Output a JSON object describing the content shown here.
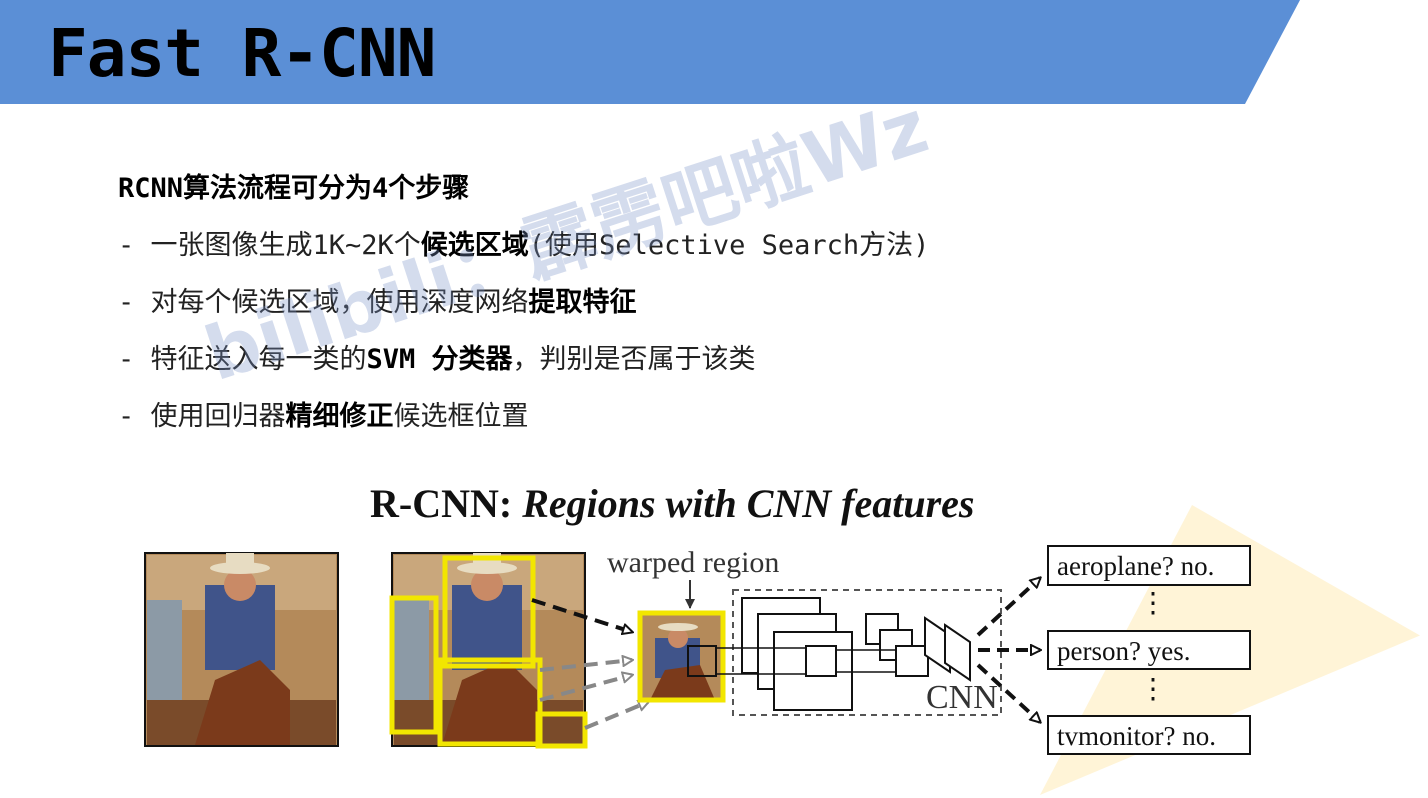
{
  "header": {
    "title": "Fast R-CNN"
  },
  "bullets": {
    "intro": "RCNN算法流程可分为4个步骤",
    "step1": {
      "a": "- 一张图像生成1K~2K个",
      "b": "候选区域",
      "c": "(使用Selective Search方法)"
    },
    "step2": {
      "a": "- 对每个候选区域，使用深度网络",
      "b": "提取特征"
    },
    "step3": {
      "a": "- 特征送入每一类的",
      "b": "SVM 分类器",
      "c": "，判别是否属于该类"
    },
    "step4": {
      "a": "- 使用回归器",
      "b": "精细修正",
      "c": "候选框位置"
    }
  },
  "watermark": "bilibili：霹雳吧啦Wz",
  "figure": {
    "title_bold": "R-CNN:",
    "title_italic": "Regions with CNN features",
    "warped_label": "warped region",
    "cnn_label": "CNN",
    "outputs": [
      "aeroplane? no.",
      "person? yes.",
      "tvmonitor? no."
    ],
    "dots": "⋮"
  }
}
